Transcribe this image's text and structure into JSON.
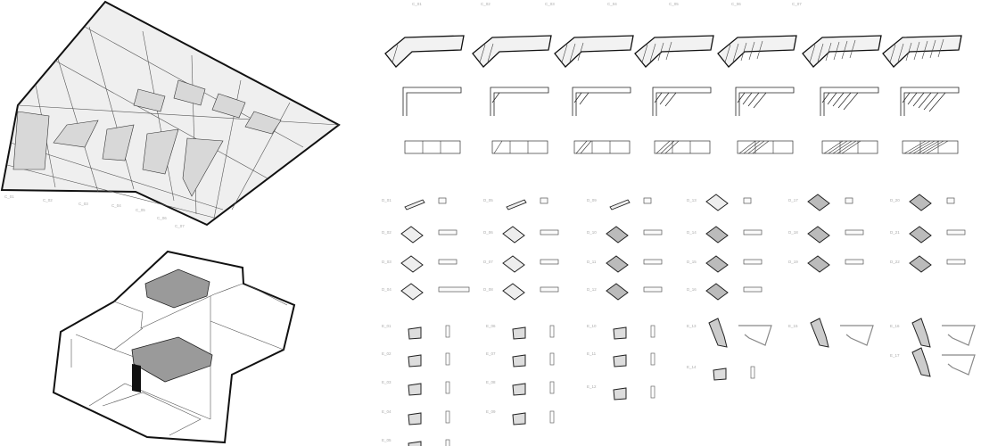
{
  "ceiling_axon": {
    "edge_labels": [
      "C_01",
      "C_02",
      "C_03",
      "C_04",
      "C_05",
      "C_06",
      "C_07"
    ]
  },
  "sequence_columns": [
    "C_01",
    "C_02",
    "C_03",
    "C_04",
    "C_05",
    "C_06",
    "C_07"
  ],
  "panel_groups_d": [
    [
      "D_01",
      "D_02",
      "D_03",
      "D_04"
    ],
    [
      "D_05",
      "D_06",
      "D_07",
      "D_08"
    ],
    [
      "D_09",
      "D_10",
      "D_11",
      "D_12"
    ],
    [
      "D_13",
      "D_14",
      "D_15",
      "D_16"
    ],
    [
      "D_17",
      "D_18",
      "D_19"
    ],
    [
      "D_20",
      "D_21",
      "D_22"
    ]
  ],
  "panel_groups_e": [
    [
      "E_01",
      "E_02",
      "E_03",
      "E_04",
      "E_05"
    ],
    [
      "E_06",
      "E_07",
      "E_08",
      "E_09"
    ],
    [
      "E_10",
      "E_11",
      "E_12"
    ],
    [
      "E_13",
      "E_14"
    ],
    [
      "E_15"
    ],
    [
      "E_16",
      "E_17"
    ]
  ],
  "colors": {
    "line": "#1a1a1a",
    "fill": "#eeeeee",
    "label": "#aaaaaa"
  }
}
